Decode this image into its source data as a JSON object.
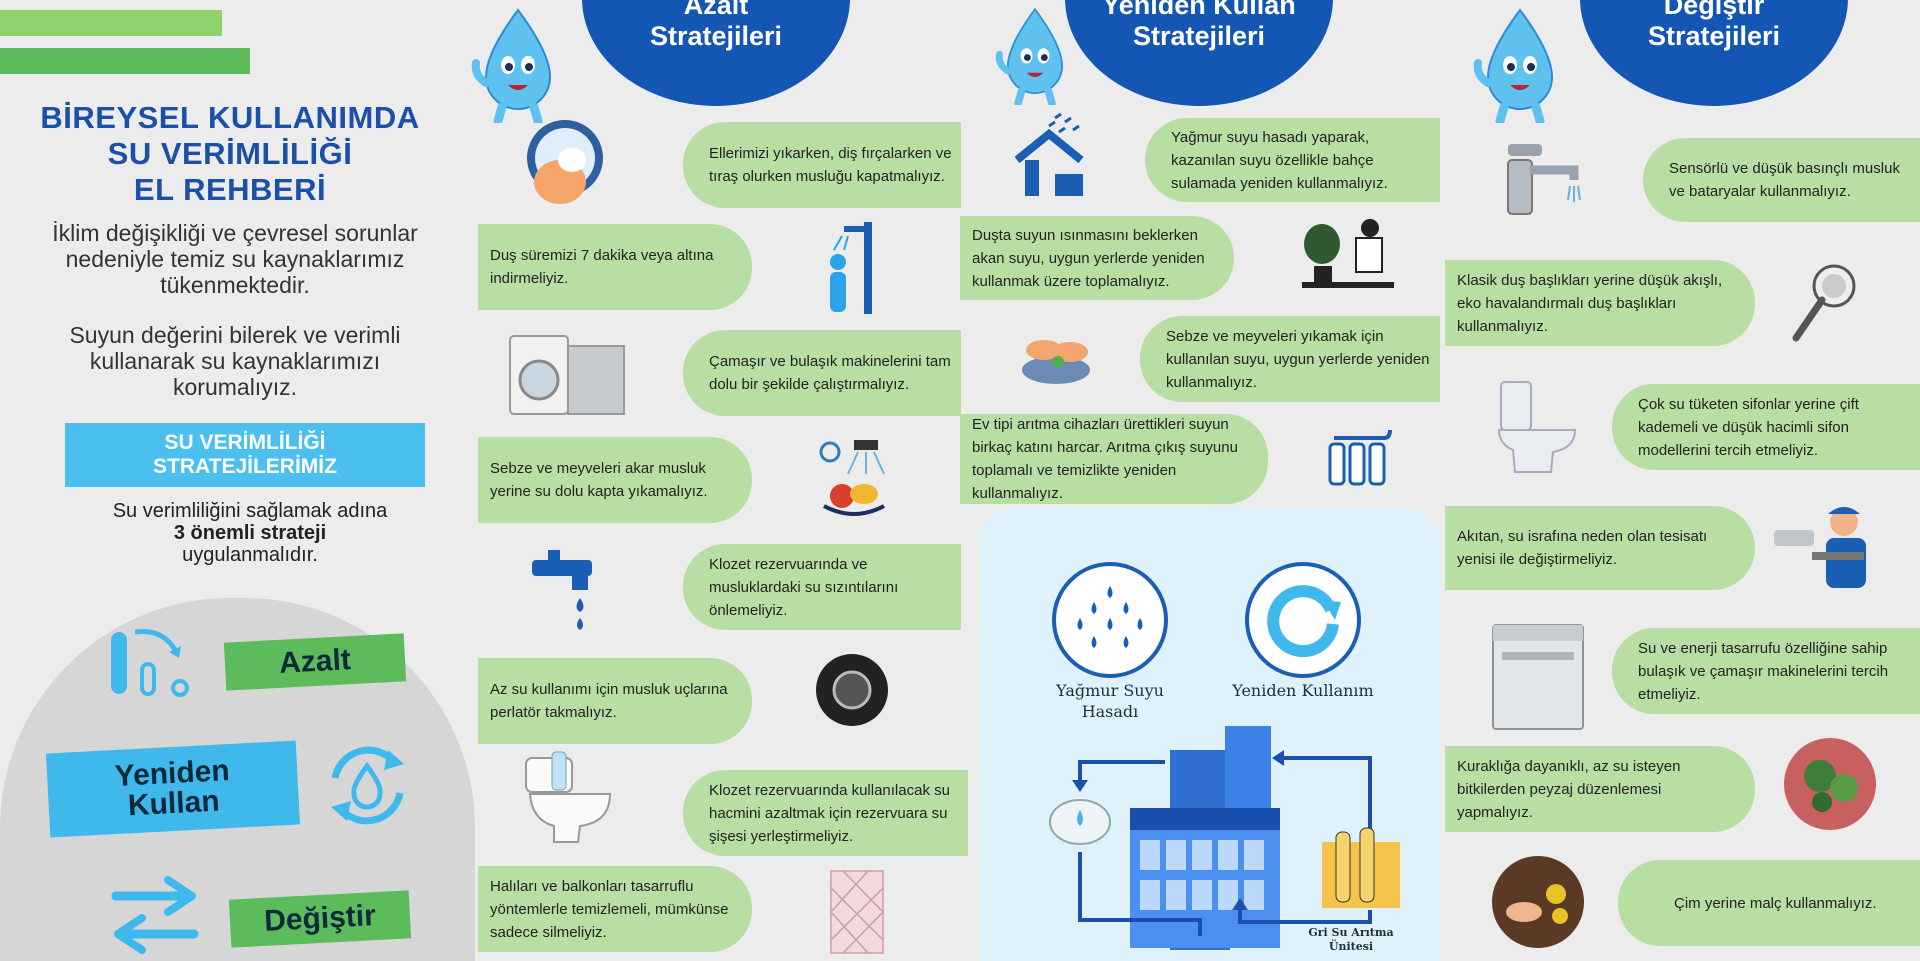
{
  "left": {
    "title_lines": [
      "BİREYSEL KULLANIMDA",
      "SU VERİMLİLİĞİ",
      "EL REHBERİ"
    ],
    "intro_1": "İklim değişikliği ve çevresel sorunlar nedeniyle temiz su kaynaklarımız tükenmektedir.",
    "intro_2": "Suyun değerini bilerek ve verimli kullanarak su kaynaklarımızı korumalıyız.",
    "strategies_box": "SU VERİMLİLİĞİ STRATEJİLERİMİZ",
    "count_line1": "Su verimliliğini sağlamak adına",
    "count_bold": "3 önemli strateji",
    "count_line3": "uygulanmalıdır.",
    "tags": {
      "reduce": "Azalt",
      "reuse_1": "Yeniden",
      "reuse_2": "Kullan",
      "replace": "Değiştir"
    }
  },
  "headers": {
    "reduce": [
      "Azalt",
      "Stratejileri"
    ],
    "reuse": [
      "Yeniden Kullan",
      "Stratejileri"
    ],
    "replace": [
      "Değiştir",
      "Stratejileri"
    ]
  },
  "reduce_items": [
    "Ellerimizi yıkarken, diş fırçalarken ve tıraş olurken musluğu kapatmalıyız.",
    "Duş süremizi 7 dakika veya altına indirmeliyiz.",
    "Çamaşır ve bulaşık makinelerini tam dolu bir şekilde çalıştırmalıyız.",
    "Sebze ve meyveleri akar musluk yerine su dolu kapta yıkamalıyız.",
    "Klozet rezervuarında ve musluklardaki su sızıntılarını önlemeliyiz.",
    "Az su kullanımı için musluk uçlarına perlatör takmalıyız.",
    "Klozet rezervuarında kullanılacak su hacmini azaltmak için rezervuara su şişesi yerleştirmeliyiz.",
    "Halıları ve balkonları tasarruflu yöntemlerle temizlemeli, mümkünse sadece silmeliyiz."
  ],
  "reuse_items": [
    "Yağmur suyu hasadı yaparak, kazanılan suyu özellikle bahçe sulamada yeniden kullanmalıyız.",
    "Duşta suyun ısınmasını beklerken akan suyu, uygun yerlerde yeniden kullanmak üzere toplamalıyız.",
    "Sebze ve meyveleri yıkamak için kullanılan suyu, uygun yerlerde yeniden kullanmalıyız.",
    "Ev tipi arıtma cihazları ürettikleri suyun birkaç katını harcar. Arıtma çıkış suyunu toplamalı ve temizlikte yeniden kullanmalıyız."
  ],
  "replace_items": [
    "Sensörlü ve düşük basınçlı musluk ve bataryalar kullanmalıyız.",
    "Klasik duş başlıkları yerine düşük akışlı, eko havalandırmalı duş başlıkları kullanmalıyız.",
    "Çok su tüketen sifonlar yerine çift kademeli ve düşük hacimli sifon modellerini tercih etmeliyiz.",
    "Akıtan, su israfına neden olan tesisatı yenisi ile değiştirmeliyiz.",
    "Su ve enerji tasarrufu özelliğine sahip bulaşık ve çamaşır makinelerini tercih etmeliyiz.",
    "Kuraklığa dayanıklı, az su isteyen bitkilerden peyzaj düzenlemesi yapmalıyız.",
    "Çim yerine malç kullanmalıyız."
  ],
  "cycle": {
    "rain_1": "Yağmur Suyu",
    "rain_2": "Hasadı",
    "reuse": "Yeniden Kullanım",
    "grey_1": "Gri Su Arıtma",
    "grey_2": "Ünitesi"
  },
  "colors": {
    "navy": "#1456b4",
    "sky": "#4bc0ee",
    "green_pill": "#b9dea4",
    "green_tag": "#5cbc5c"
  }
}
